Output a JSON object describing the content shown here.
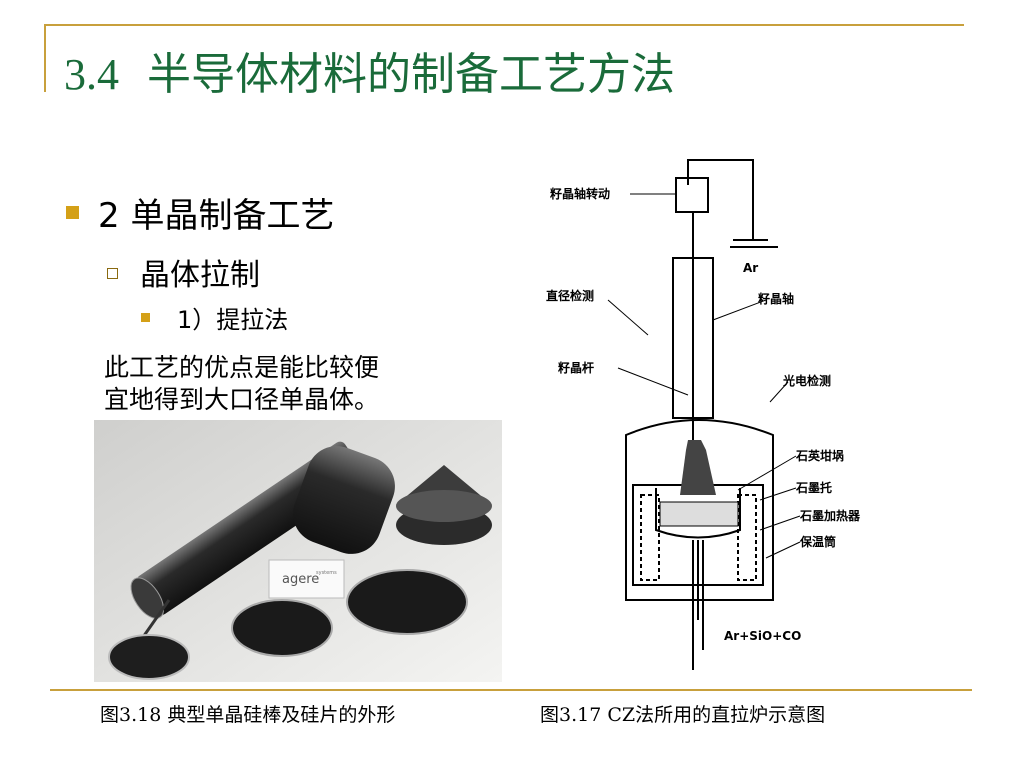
{
  "slide": {
    "title_num": "3.4",
    "title_text": "半导体材料的制备工艺方法",
    "level1": "2 单晶制备工艺",
    "level2": "晶体拉制",
    "level3": "1）提拉法",
    "paragraph_line1": "此工艺的优点是能比较便",
    "paragraph_line2": "宜地得到大口径单晶体。"
  },
  "photo": {
    "logo_text": "agere",
    "logo_sub": "systems"
  },
  "diagram": {
    "labels": {
      "seed_rotation": "籽晶轴转动",
      "ar_top": "Ar",
      "diameter_detect": "直径检测",
      "seed_shaft": "籽晶轴",
      "seed_rod": "籽晶杆",
      "photo_detect": "光电检测",
      "quartz_crucible": "石英坩埚",
      "graphite_holder": "石墨托",
      "graphite_heater": "石墨加热器",
      "insulation": "保温筒",
      "exhaust": "Ar+SiO+CO"
    }
  },
  "captions": {
    "left": "图3.18 典型单晶硅棒及硅片的外形",
    "right": "图3.17  CZ法所用的直拉炉示意图"
  },
  "colors": {
    "title": "#1a6b3a",
    "accent": "#c8a03c",
    "bullet": "#d4a017"
  }
}
